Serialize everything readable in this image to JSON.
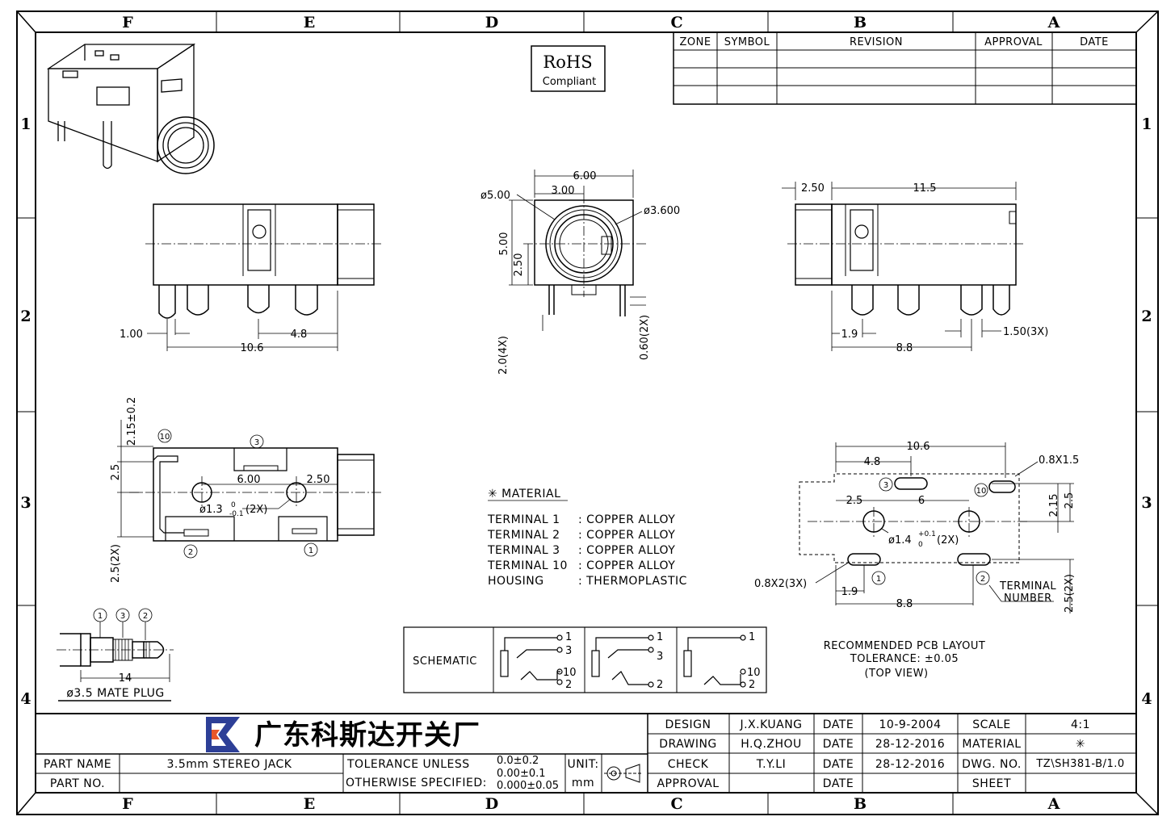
{
  "zones": {
    "letters": [
      "F",
      "E",
      "D",
      "C",
      "B",
      "A"
    ],
    "numbers": [
      "1",
      "2",
      "3",
      "4"
    ]
  },
  "rohs": {
    "line1": "RoHS",
    "line2": "Compliant"
  },
  "revision_table": {
    "headers": [
      "ZONE",
      "SYMBOL",
      "REVISION",
      "APPROVAL",
      "DATE"
    ]
  },
  "dims": {
    "front_view": {
      "d1": "1.00",
      "d2": "4.8",
      "d3": "10.6"
    },
    "side_view": {
      "width": "6.00",
      "half": "3.00",
      "dia_outer": "ø5.00",
      "dia_inner": "ø3.600",
      "h_total": "5.00",
      "h_half": "2.50",
      "pin_left": "2.0(4X)",
      "pin_right": "0.60(2X)"
    },
    "back_view": {
      "d1": "2.50",
      "d2": "11.5",
      "d3": "1.9",
      "d4": "8.8",
      "d5": "1.50(3X)"
    },
    "bottom_view": {
      "d1": "2.15±0.2",
      "d2": "2.5",
      "d3": "6.00",
      "d4": "2.50",
      "d5": "ø1.3",
      "d5_tol_up": "0",
      "d5_tol_dn": "-0.1",
      "d5_count": "(2X)",
      "d6": "2.5(2X)"
    },
    "pcb": {
      "d1": "10.6",
      "d2": "4.8",
      "d3": "0.8X1.5",
      "d4": "2.5",
      "d5": "6",
      "d6": "2.15",
      "d7": "2.5",
      "d8": "ø1.4",
      "d8_tol_up": "+0.1",
      "d8_tol_dn": "0",
      "d8_count": "(2X)",
      "d9": "0.8X2(3X)",
      "d10": "1.9",
      "d11": "8.8",
      "d12": "2.5(2X)",
      "terminal_label_1": "TERMINAL",
      "terminal_label_2": "NUMBER"
    },
    "plug": {
      "length": "14",
      "caption": "ø3.5 MATE PLUG"
    }
  },
  "pin_numbers": [
    "1",
    "2",
    "3",
    "10"
  ],
  "material": {
    "heading": "✳ MATERIAL",
    "rows": [
      {
        "part": "TERMINAL  1",
        "value": ": COPPER  ALLOY"
      },
      {
        "part": "TERMINAL  2",
        "value": ": COPPER  ALLOY"
      },
      {
        "part": "TERMINAL  3",
        "value": ": COPPER  ALLOY"
      },
      {
        "part": "TERMINAL  10",
        "value": ": COPPER  ALLOY"
      },
      {
        "part": "HOUSING",
        "value": ": THERMOPLASTIC"
      }
    ]
  },
  "schematic": {
    "label": "SCHEMATIC",
    "pins": [
      "1",
      "3",
      "10",
      "2"
    ]
  },
  "pcb_note": {
    "line1": "RECOMMENDED  PCB  LAYOUT",
    "line2": "TOLERANCE: ±0.05",
    "line3": "(TOP  VIEW)"
  },
  "title_block": {
    "company": "广东科斯达开关厂",
    "part_name_label": "PART NAME",
    "part_name": "3.5mm  STEREO  JACK",
    "part_no_label": "PART NO.",
    "part_no": "",
    "tol_line1": "TOLERANCE  UNLESS",
    "tol_line2": "OTHERWISE  SPECIFIED:",
    "tol_v1": "0.0±0.2",
    "tol_v2": "0.00±0.1",
    "tol_v3": "0.000±0.05",
    "unit_label": "UNIT:",
    "unit": "mm",
    "design_label": "DESIGN",
    "design": "J.X.KUANG",
    "drawing_label": "DRAWING",
    "drawing": "H.Q.ZHOU",
    "check_label": "CHECK",
    "check": "T.Y.LI",
    "approval_label": "APPROVAL",
    "approval": "",
    "date_label": "DATE",
    "date_design": "10-9-2004",
    "date_drawing": "28-12-2016",
    "date_check": "28-12-2016",
    "date_approval": "",
    "scale_label": "SCALE",
    "scale": "4:1",
    "material_label": "MATERIAL",
    "material": "✳",
    "dwg_label": "DWG. NO.",
    "dwg": "TZ\\SH381-B/1.0",
    "sheet_label": "SHEET",
    "sheet": ""
  }
}
